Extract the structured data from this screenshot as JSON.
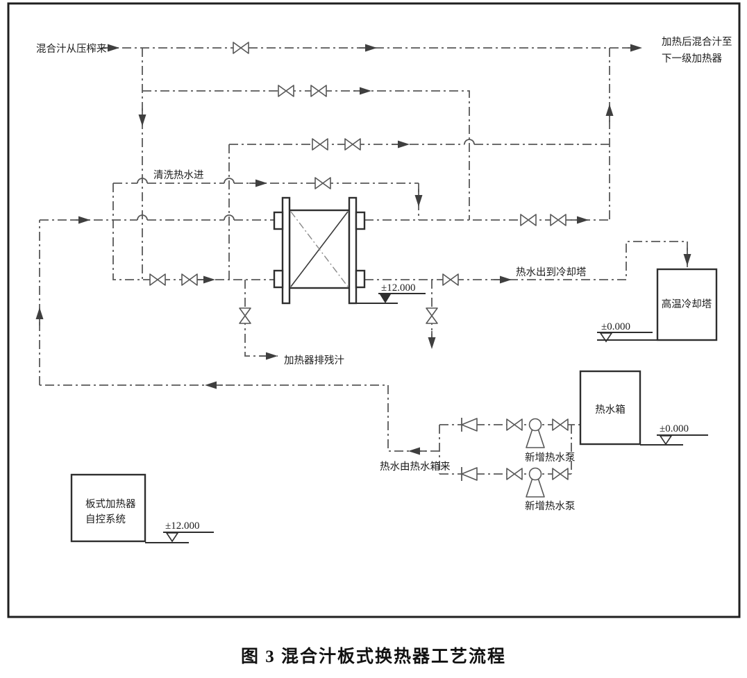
{
  "figure_caption": "图 3 混合汁板式换热器工艺流程",
  "labels": {
    "mixed_juice_inlet": "混合汁从压榨来",
    "heated_juice_outlet_line1": "加热后混合汁至",
    "heated_juice_outlet_line2": "下一级加热器",
    "cleaning_hot_water_inlet": "清洗热水进",
    "heater_residual_juice_drain": "加热器排残汁",
    "hot_water_to_cooling_tower": "热水出到冷却塔",
    "hot_water_from_tank": "热水由热水箱来",
    "new_hot_water_pump_upper": "新增热水泵",
    "new_hot_water_pump_lower": "新增热水泵",
    "high_temp_cooling_tower": "高温冷却塔",
    "hot_water_tank": "热水箱",
    "control_system_line1": "板式加热器",
    "control_system_line2": "自控系统"
  },
  "elevations": {
    "heat_exchanger": "±12.000",
    "cooling_tower": "±0.000",
    "hot_water_tank": "±0.000",
    "control_system": "±12.000"
  },
  "colors": {
    "background": "#ffffff",
    "pipe_line": "#575757",
    "equipment_line": "#2e2e2e",
    "arrow": "#3f3f3f",
    "frame": "#1f1f1f",
    "text": "#1c1c1c"
  }
}
